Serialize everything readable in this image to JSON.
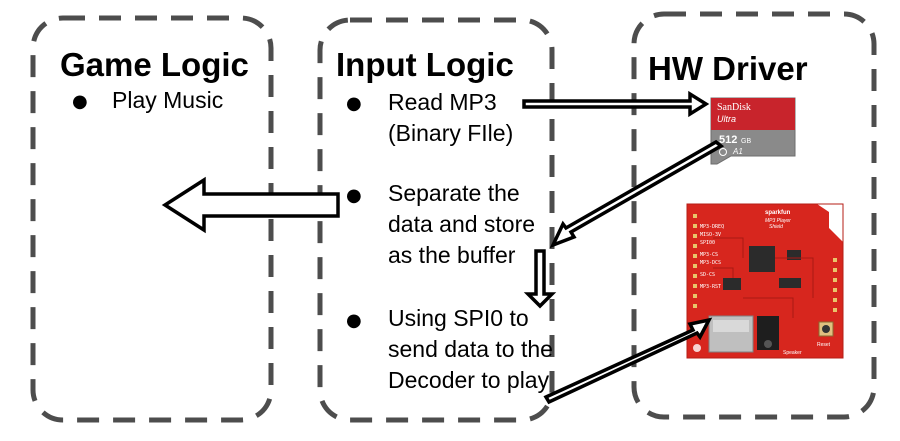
{
  "columns": {
    "game_logic": {
      "title": "Game Logic",
      "items": [
        "Play Music"
      ]
    },
    "input_logic": {
      "title": "Input Logic",
      "items": [
        {
          "lines": [
            "Read MP3",
            "(Binary FIle)"
          ]
        },
        {
          "lines": [
            "Separate the",
            "data and store",
            "as the buffer"
          ]
        },
        {
          "lines": [
            "Using SPI0 to",
            "send data to the",
            "Decoder to play"
          ]
        }
      ]
    },
    "hw_driver": {
      "title": "HW Driver"
    }
  },
  "sd_card": {
    "brand": "SanDisk",
    "line": "Ultra",
    "capacity": "512",
    "capacity_unit": "GB",
    "marks": "A1"
  },
  "mp3_board": {
    "brand": "sparkfun",
    "name_line1": "MP3 Player",
    "name_line2": "Shield",
    "pins": [
      "MP3-DREQ",
      "MISO-3V",
      "SPI00",
      "MP3-CS",
      "MP3-DCS",
      "SD-CS",
      "MP3-RST"
    ],
    "speaker_label": "Speaker",
    "reset_label": "Reset"
  },
  "colors": {
    "box_border": "#4d4d4d",
    "board_red": "#d7261e",
    "card_red": "#c8242c",
    "card_gray": "#8a8a8a"
  }
}
